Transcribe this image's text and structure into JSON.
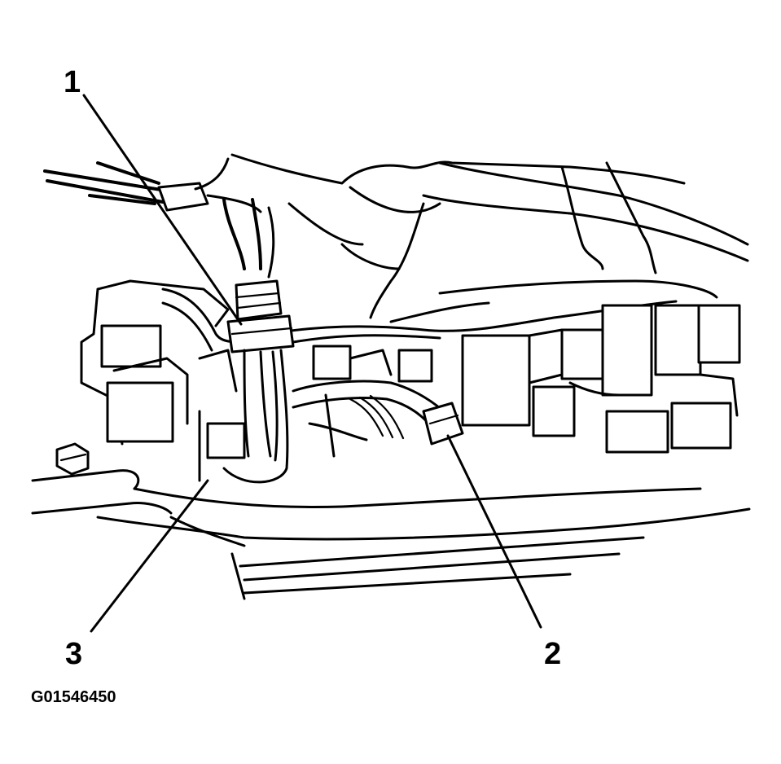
{
  "callouts": {
    "one": "1",
    "two": "2",
    "three": "3"
  },
  "figure_id": "G01546450"
}
